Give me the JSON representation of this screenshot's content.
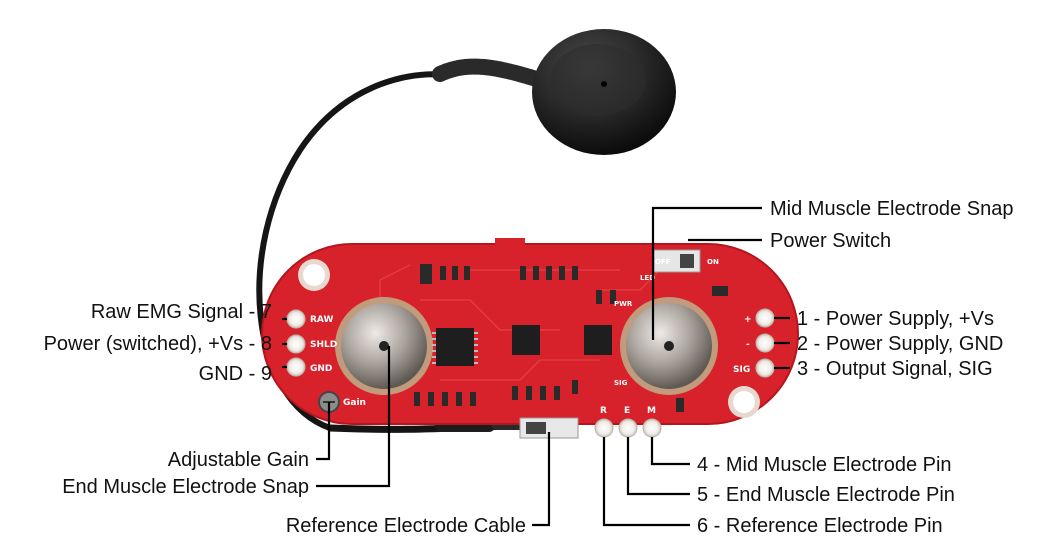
{
  "labels": {
    "raw_emg_signal": "Raw EMG Signal - 7",
    "power_switched": "Power (switched), +Vs - 8",
    "gnd": "GND - 9",
    "adjustable_gain": "Adjustable Gain",
    "end_muscle_snap": "End Muscle Electrode Snap",
    "reference_cable": "Reference Electrode Cable",
    "mid_muscle_snap": "Mid Muscle Electrode Snap",
    "power_switch": "Power Switch",
    "power_supply_vs": "1 - Power Supply, +Vs",
    "power_supply_gnd": "2 - Power Supply, GND",
    "output_signal": "3 - Output Signal, SIG",
    "mid_muscle_pin": "4 - Mid Muscle Electrode Pin",
    "end_muscle_pin": "5 - End Muscle Electrode Pin",
    "reference_pin": "6 - Reference Electrode Pin"
  },
  "silkscreen": {
    "raw": "RAW",
    "shld": "SHLD",
    "gnd": "GND",
    "gain": "Gain",
    "plus": "+",
    "minus": "-",
    "sig": "SIG",
    "off": "OFF",
    "on": "ON",
    "led": "LED",
    "pwr": "PWR",
    "r": "R",
    "e": "E",
    "m": "M",
    "led2": "LED"
  },
  "colors": {
    "board": "#d8222b",
    "board_edge": "#b3161d",
    "electrode": "#b8b0aa",
    "cable": "#151515",
    "leader_line": "#000000"
  }
}
